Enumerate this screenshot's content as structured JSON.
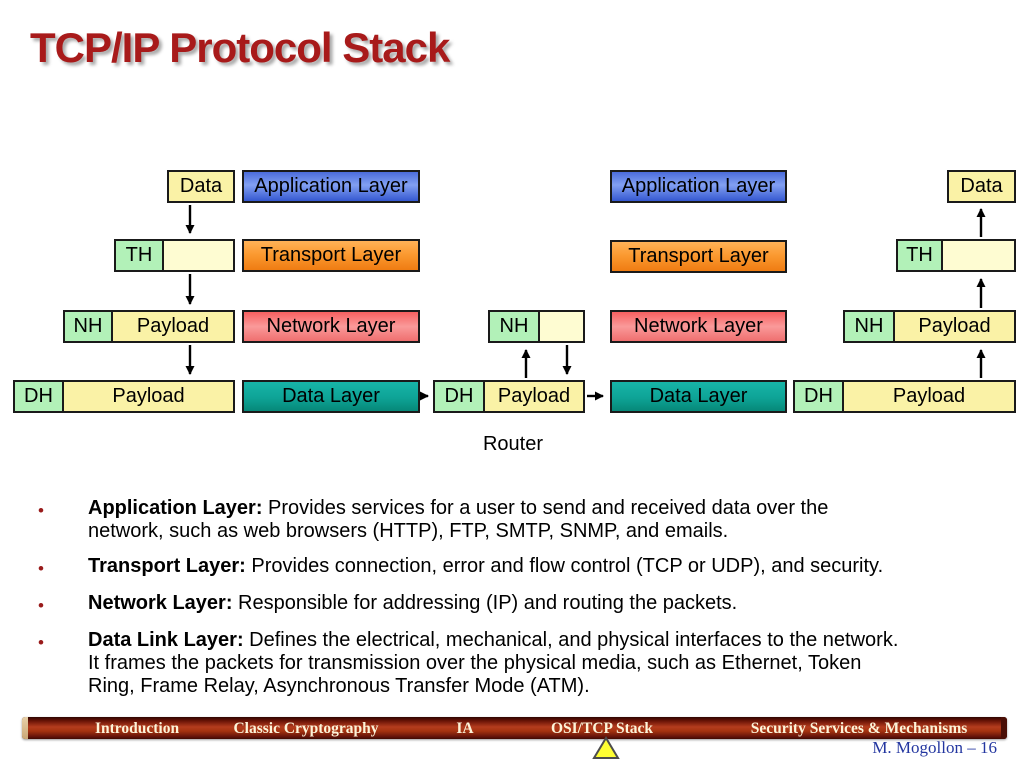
{
  "title": "TCP/IP Protocol Stack",
  "diagram": {
    "layer_labels": [
      "Application Layer",
      "Transport Layer",
      "Network Layer",
      "Data Layer"
    ],
    "left_stack": {
      "data": "Data",
      "th": "TH",
      "nh": "NH",
      "nh_payload": "Payload",
      "dh": "DH",
      "dh_payload": "Payload"
    },
    "router_stack": {
      "nh": "NH",
      "dh": "DH",
      "payload": "Payload"
    },
    "right_stack": {
      "data": "Data",
      "th": "TH",
      "nh": "NH",
      "nh_payload": "Payload",
      "dh": "DH",
      "dh_payload": "Payload"
    },
    "router_label": "Router"
  },
  "bullets": [
    {
      "lead": "Application Layer:",
      "rest": " Provides services for a user to send and received data over the",
      "cont": [
        "network, such as web browsers (HTTP), FTP, SMTP, SNMP, and emails."
      ]
    },
    {
      "lead": "Transport Layer:",
      "rest": " Provides connection, error and flow control (TCP or UDP), and security.",
      "cont": []
    },
    {
      "lead": "Network Layer:",
      "rest": " Responsible for addressing (IP) and routing the packets.",
      "cont": []
    },
    {
      "lead": "Data Link Layer:",
      "rest": " Defines the electrical, mechanical, and physical interfaces to the network.",
      "cont": [
        "It frames the packets for transmission over the physical media, such as Ethernet, Token",
        "Ring, Frame Relay, Asynchronous Transfer Mode (ATM)."
      ]
    }
  ],
  "footer": {
    "nav": [
      "Introduction",
      "Classic Cryptography",
      "IA",
      "OSI/TCP Stack",
      "Security Services & Mechanisms"
    ],
    "author_page": "M. Mogollon – 16"
  },
  "colors": {
    "title_red": "#a81a1a",
    "application_layer_blue": "#5b7be4",
    "transport_layer_orange": "#fb9a31",
    "network_layer_red": "#f98e8e",
    "data_layer_teal": "#0ea396",
    "header_green": "#b2f1b8",
    "payload_yellow": "#faf2a6",
    "blank_yellow": "#fefcd2",
    "footer_bar_red": "#a5330f",
    "footer_text_cream": "#fdf4d9",
    "author_blue": "#2336a0",
    "marker_yellow": "#ffff33"
  }
}
